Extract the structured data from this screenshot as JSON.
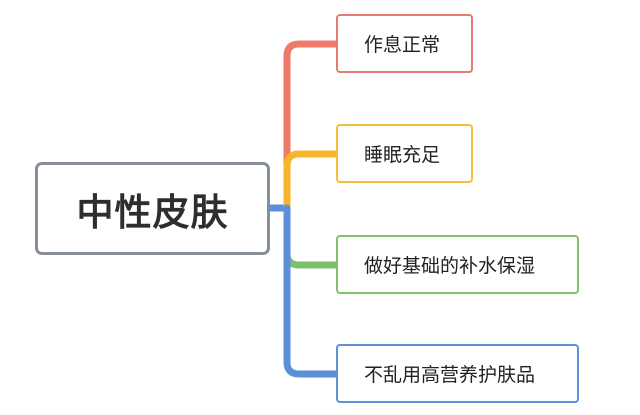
{
  "root": {
    "label": "中性皮肤"
  },
  "children": [
    {
      "label": "作息正常",
      "color": "#ef7a6c"
    },
    {
      "label": "睡眠充足",
      "color": "#f7b52c"
    },
    {
      "label": "做好基础的补水保湿",
      "color": "#7bc06a"
    },
    {
      "label": "不乱用高营养护肤品",
      "color": "#5b8fd9"
    }
  ]
}
